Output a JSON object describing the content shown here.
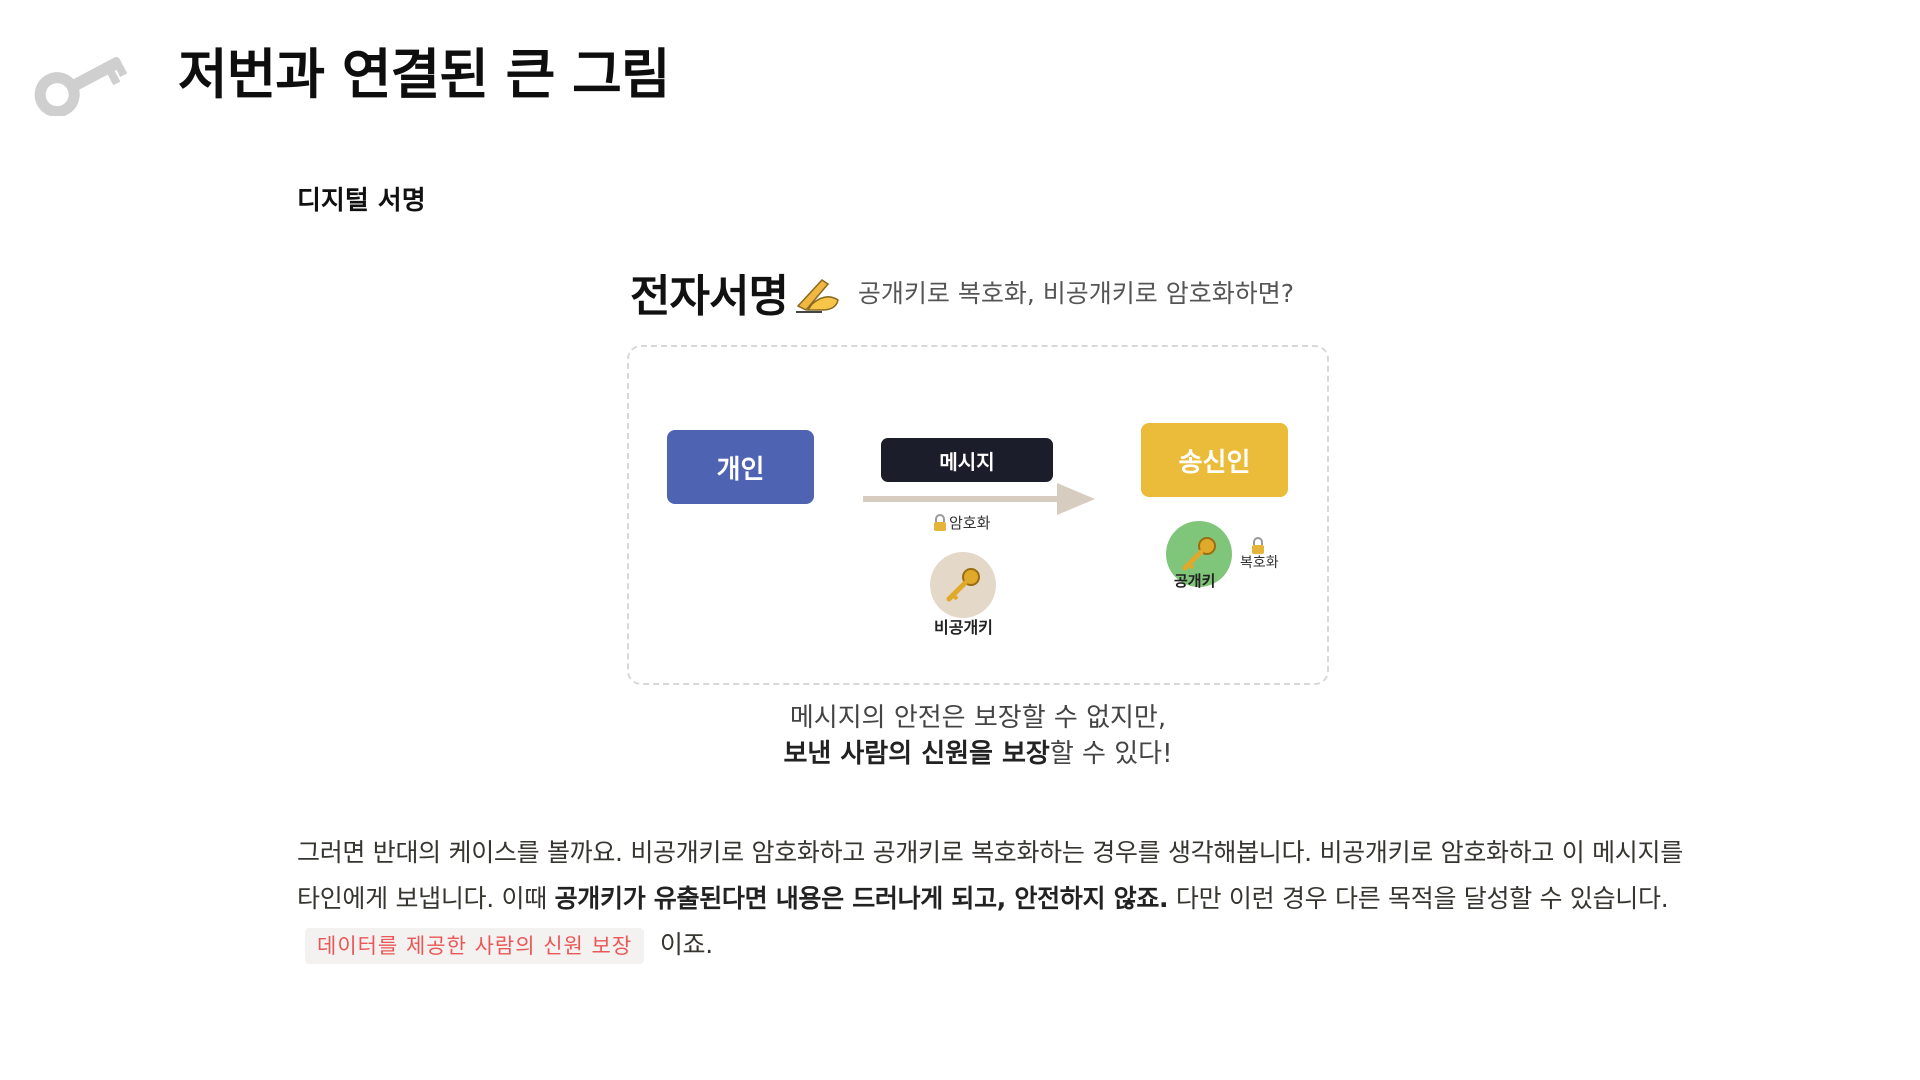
{
  "page": {
    "icon": "key-icon",
    "title": "저번과 연결된 큰 그림"
  },
  "section": {
    "heading": "디지털 서명"
  },
  "figure": {
    "title": "전자서명",
    "title_icon": "writing-hand-icon",
    "question": "공개키로 복호화, 비공개키로 암호화하면?",
    "nodes": {
      "person": "개인",
      "message": "메시지",
      "sender": "송신인"
    },
    "labels": {
      "encrypt": "암호화",
      "private_key": "비공개키",
      "public_key": "공개키",
      "decrypt": "복호화"
    },
    "caption": {
      "line1": "메시지의 안전은 보장할 수 없지만,",
      "line2_bold": "보낸 사람의 신원을 보장",
      "line2_rest": "할 수 있다!"
    },
    "colors": {
      "person": "#4e64b3",
      "message": "#1b1d2a",
      "sender": "#ebbb3a",
      "private_key_bg": "#e4d8c9",
      "public_key_bg": "#7fc57a"
    }
  },
  "body": {
    "p1": "그러면 반대의 케이스를 볼까요. 비공개키로 암호화하고 공개키로 복호화하는 경우를 생각해봅니다. 비공개키로 암호화하고 이 메시지를 타인에게 보냅니다. 이때 ",
    "bold": "공개키가 유출된다면 내용은 드러나게 되고, 안전하지 않죠.",
    "p2": " 다만 이런 경우 다른 목적을 달성할 수 있습니다.",
    "code": "데이터를 제공한 사람의 신원 보장",
    "p3": " 이죠."
  }
}
